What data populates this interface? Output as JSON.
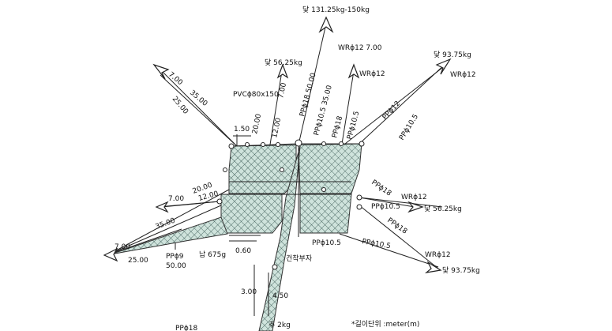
{
  "labels": {
    "anchor_top": "닻 131.25kg-150kg",
    "wr12_700": "WRϕ12  7.00",
    "anchor_5625_top": "닻 56.25kg",
    "anchor_9375_right": "닻 93.75kg",
    "wr12_right": "WRϕ12",
    "wr12_mid": "WRϕ12",
    "pvc": "PVCϕ80x150",
    "pp18_5000": "PPϕ18  50.00",
    "pp105_3500": "PPϕ10.5  35.00",
    "pp18_a": "PPϕ18",
    "pp105_a": "PPϕ10.5",
    "pp12": "PPϕ12",
    "pp105_b": "PPϕ10.5",
    "len_700_tl": "7.00",
    "len_3500_tl": "35.00",
    "len_2500_tl": "25.00",
    "len_2000_top": "20.00",
    "len_1200_top": "12.00",
    "len_700_top": "7.00",
    "len_150": "1.50",
    "len_700_ml": "7.00",
    "len_2000_ml": "20.00",
    "len_1200_ml": "12.00",
    "len_3500_ml": "35.00",
    "len_700_bl": "7.00",
    "len_2500_bl": "25.00",
    "pp9": "PPϕ9",
    "len_5000_bl": "50.00",
    "lead": "납 675g",
    "len_060": "0.60",
    "pp105_bottom": "PPϕ10.5",
    "pp18_r1": "PPϕ18",
    "wr12_r1": "WRϕ12",
    "anchor_5625_right": "닻 56.25kg",
    "pp105_r1": "PPϕ10.5",
    "pp18_r2": "PPϕ18",
    "wr12_r2": "WRϕ12",
    "anchor_9375_bottom": "닻 93.75kg",
    "pp105_r2": "PPϕ10.5",
    "sinker": "건착부자",
    "len_300": "3.00",
    "len_450": "4.50",
    "weight_2kg": "추 2kg",
    "pp18_bottom": "PPϕ18",
    "unit_note": "*길이단위 :meter(m)"
  }
}
